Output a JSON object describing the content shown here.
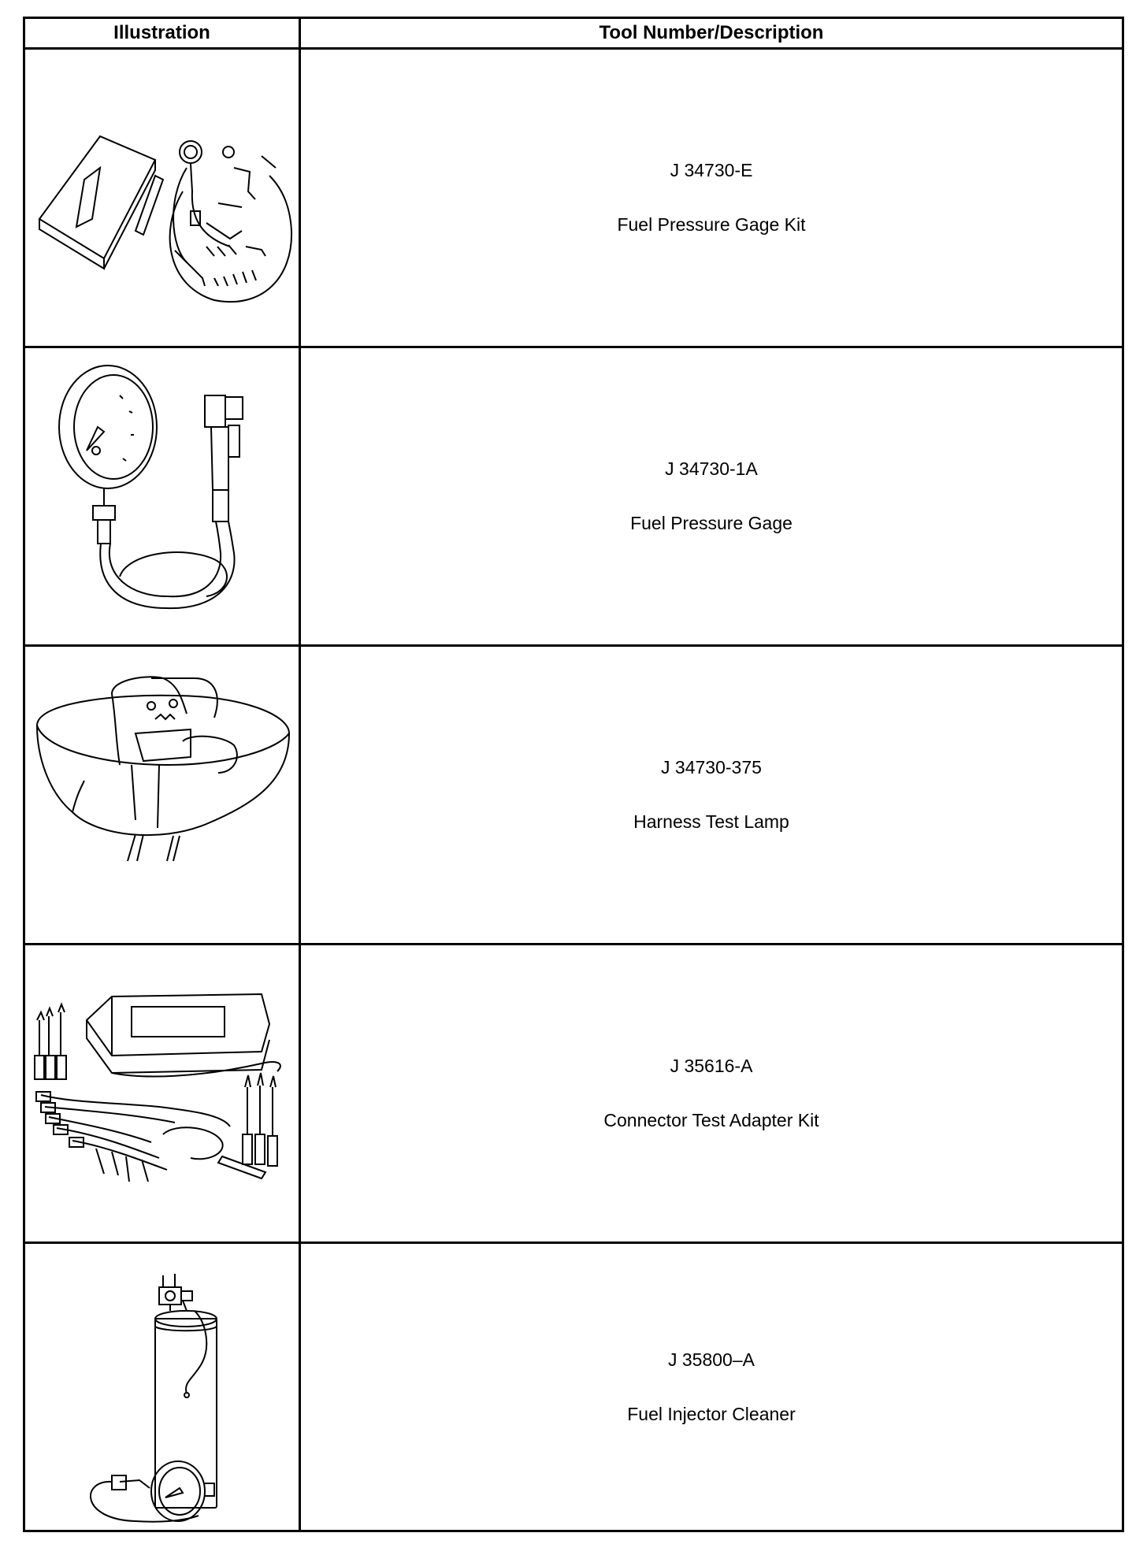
{
  "table": {
    "headers": {
      "illustration": "Illustration",
      "tool": "Tool Number/Description"
    },
    "rows": [
      {
        "tool_number": "J 34730-E",
        "description": "Fuel Pressure Gage Kit",
        "illustration_icon": "fuel-pressure-gage-kit-illustration"
      },
      {
        "tool_number": "J 34730-1A",
        "description": "Fuel Pressure Gage",
        "illustration_icon": "fuel-pressure-gage-illustration"
      },
      {
        "tool_number": "J 34730-375",
        "description": "Harness Test Lamp",
        "illustration_icon": "harness-test-lamp-illustration"
      },
      {
        "tool_number": "J 35616-A",
        "description": "Connector Test Adapter Kit",
        "illustration_icon": "connector-test-adapter-kit-illustration"
      },
      {
        "tool_number": "J 35800–A",
        "description": "Fuel Injector Cleaner",
        "illustration_icon": "fuel-injector-cleaner-illustration"
      }
    ]
  }
}
